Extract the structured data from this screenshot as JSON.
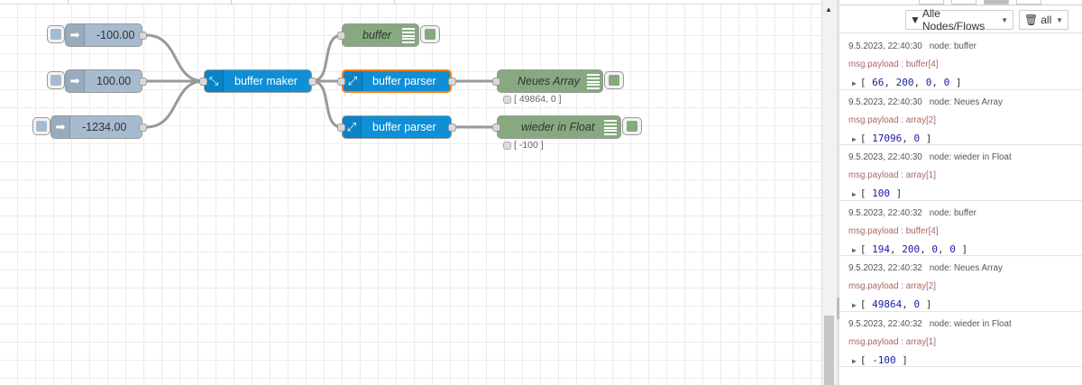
{
  "workspace": {
    "inject_nodes": [
      {
        "label": "-100.00"
      },
      {
        "label": "100.00"
      },
      {
        "label": "-1234.00"
      }
    ],
    "function_nodes": {
      "buffer_maker": "buffer maker",
      "buffer_parser_1": "buffer parser",
      "buffer_parser_2": "buffer parser"
    },
    "debug_nodes": {
      "buffer": "buffer",
      "neues_array": "Neues Array",
      "wieder_in_float": "wieder in Float"
    },
    "status": {
      "neues_array": "[ 49864, 0 ]",
      "wieder_in_float": "[ -100 ]"
    }
  },
  "sidebar": {
    "filter_label": "Alle Nodes/Flows",
    "clear_label": "all",
    "messages": [
      {
        "meta": "9.5.2023, 22:40:30",
        "node": "node: buffer",
        "topic": "msg.payload : buffer[4]",
        "values": [
          "66",
          "200",
          "0",
          "0"
        ]
      },
      {
        "meta": "9.5.2023, 22:40:30",
        "node": "node: Neues Array",
        "topic": "msg.payload : array[2]",
        "values": [
          "17096",
          "0"
        ]
      },
      {
        "meta": "9.5.2023, 22:40:30",
        "node": "node: wieder in Float",
        "topic": "msg.payload : array[1]",
        "values": [
          "100"
        ]
      },
      {
        "meta": "9.5.2023, 22:40:32",
        "node": "node: buffer",
        "topic": "msg.payload : buffer[4]",
        "values": [
          "194",
          "200",
          "0",
          "0"
        ]
      },
      {
        "meta": "9.5.2023, 22:40:32",
        "node": "node: Neues Array",
        "topic": "msg.payload : array[2]",
        "values": [
          "49864",
          "0"
        ]
      },
      {
        "meta": "9.5.2023, 22:40:32",
        "node": "node: wieder in Float",
        "topic": "msg.payload : array[1]",
        "values": [
          "-100"
        ]
      }
    ]
  },
  "colors": {
    "inject": "#a6bbcf",
    "function": "#0e8fd6",
    "debug": "#87a980",
    "selected_outline": "#ff7f0e"
  }
}
